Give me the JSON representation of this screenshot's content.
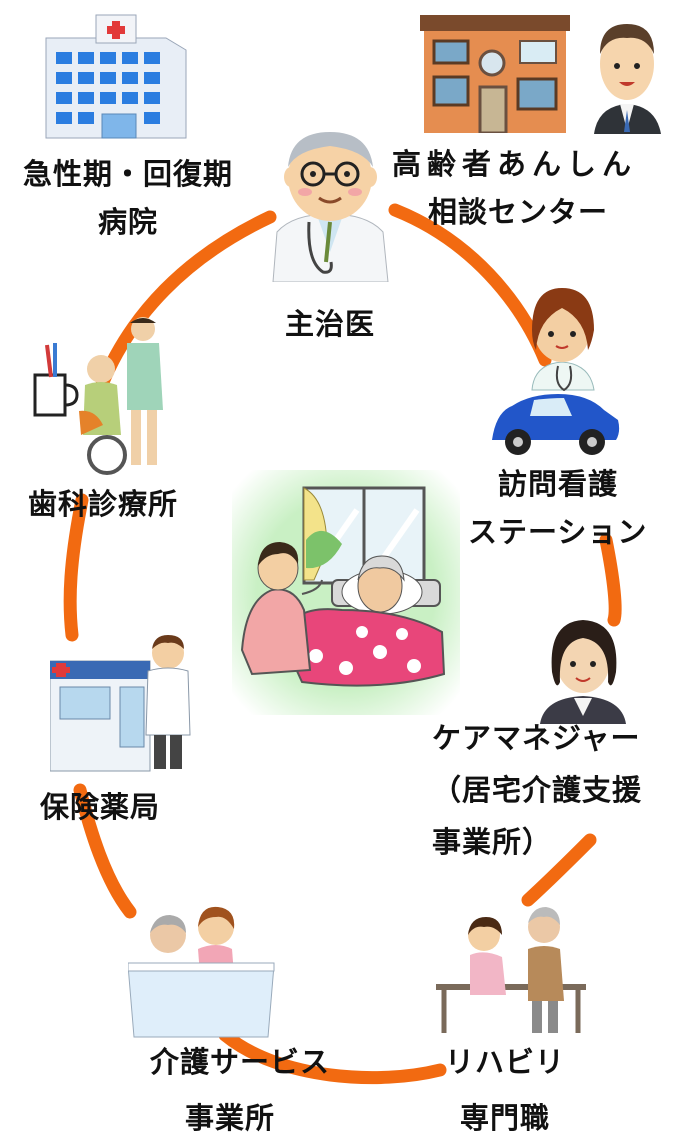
{
  "colors": {
    "ring": "#f26a11",
    "scene_bg": "#c9f0c4"
  },
  "doctor": {
    "label": "主治医",
    "icon": "doctor-icon"
  },
  "hospital": {
    "line1": "急性期・回復期",
    "line2": "病院",
    "icon": "hospital-building-icon"
  },
  "center": {
    "line1": "高齢者あんしん",
    "line2": "相談センター",
    "icon": "office-building-icon"
  },
  "dental": {
    "label": "歯科診療所",
    "icon": "dental-care-icon"
  },
  "nursing": {
    "line1": "訪問看護",
    "line2": "ステーション",
    "icon": "nurse-car-icon"
  },
  "pharmacy": {
    "label": "保険薬局",
    "icon": "pharmacist-icon"
  },
  "caremanager": {
    "line1": "ケアマネジャー",
    "line2": "（居宅介護支援",
    "line3": "事業所）",
    "icon": "care-manager-icon"
  },
  "careservice": {
    "line1": "介護サービス",
    "line2": "事業所",
    "icon": "bathing-care-icon"
  },
  "rehab": {
    "line1": "リハビリ",
    "line2": "専門職",
    "icon": "rehabilitation-icon"
  },
  "scene": {
    "icon": "home-care-patient-icon"
  }
}
